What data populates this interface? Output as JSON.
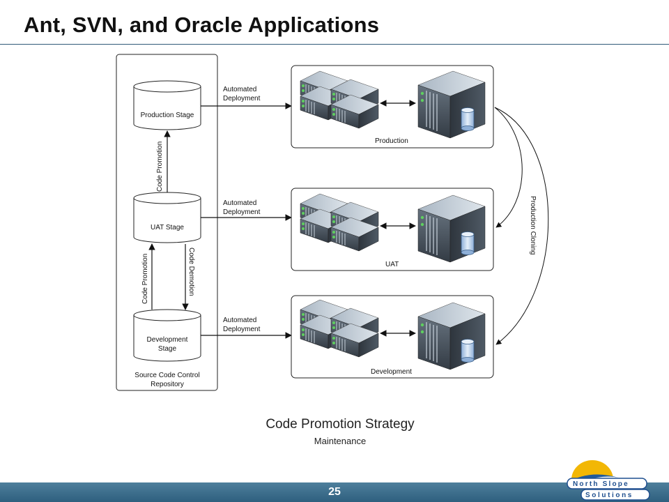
{
  "slide": {
    "title": "Ant, SVN, and Oracle Applications",
    "page_number": "25"
  },
  "repository": {
    "label_line1": "Source Code Control",
    "label_line2": "Repository",
    "stages": [
      {
        "id": "production",
        "line1": "Production Stage",
        "line2": ""
      },
      {
        "id": "uat",
        "line1": "UAT Stage",
        "line2": ""
      },
      {
        "id": "development",
        "line1": "Development",
        "line2": "Stage"
      }
    ],
    "arrows": {
      "promotion_uat_to_production": "Code Promotion",
      "promotion_dev_to_uat": "Code Promotion",
      "demotion_uat_to_dev": "Code Demotion"
    }
  },
  "deployment_label": {
    "line1": "Automated",
    "line2": "Deployment"
  },
  "environments": [
    {
      "id": "production",
      "label": "Production"
    },
    {
      "id": "uat",
      "label": "UAT"
    },
    {
      "id": "development",
      "label": "Development"
    }
  ],
  "cloning_label": "Production Cloning",
  "caption": {
    "title": "Code Promotion Strategy",
    "subtitle": "Maintenance"
  },
  "logo": {
    "line1": "North Slope",
    "line2": "Solutions",
    "colors": {
      "sun": "#f2b705",
      "hill": "#1f5a9c",
      "text": "#1f4f8f"
    }
  },
  "colors": {
    "accent_rule": "#2f5a78",
    "footer": "#3a6b8a"
  }
}
